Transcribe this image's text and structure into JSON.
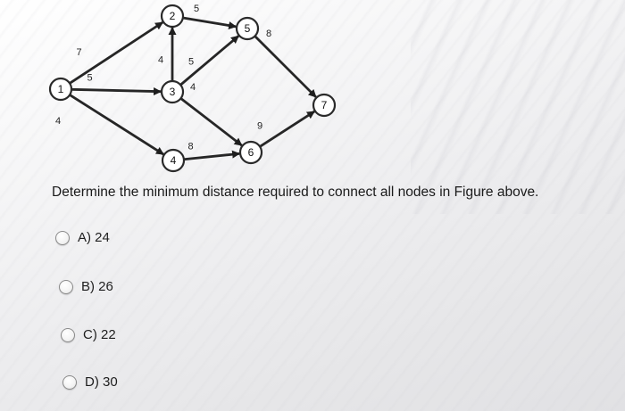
{
  "figure": {
    "nodes": [
      {
        "id": "1",
        "label": "1"
      },
      {
        "id": "2",
        "label": "2"
      },
      {
        "id": "3",
        "label": "3"
      },
      {
        "id": "4",
        "label": "4"
      },
      {
        "id": "5",
        "label": "5"
      },
      {
        "id": "6",
        "label": "6"
      },
      {
        "id": "7",
        "label": "7"
      }
    ],
    "edges": [
      {
        "from": "1",
        "to": "2",
        "weight": "7"
      },
      {
        "from": "1",
        "to": "3",
        "weight": "5"
      },
      {
        "from": "1",
        "to": "4",
        "weight": "4"
      },
      {
        "from": "3",
        "to": "2",
        "weight": "4"
      },
      {
        "from": "2",
        "to": "5",
        "weight": "5"
      },
      {
        "from": "3",
        "to": "5",
        "weight": "5"
      },
      {
        "from": "3",
        "to": "6",
        "weight": "4"
      },
      {
        "from": "4",
        "to": "6",
        "weight": "8"
      },
      {
        "from": "5",
        "to": "7",
        "weight": "8"
      },
      {
        "from": "6",
        "to": "7",
        "weight": "9"
      }
    ]
  },
  "question": {
    "text": "Determine the minimum distance required to connect all nodes in Figure above."
  },
  "options": [
    {
      "label": "A) 24"
    },
    {
      "label": "B) 26"
    },
    {
      "label": "C) 22"
    },
    {
      "label": "D) 30"
    }
  ]
}
